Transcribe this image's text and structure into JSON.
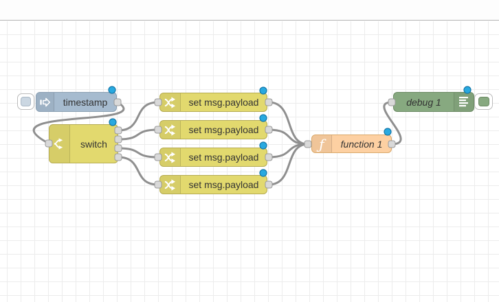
{
  "nodes": {
    "inject": {
      "label": "timestamp",
      "type": "inject",
      "icon": "inject-arrow-icon"
    },
    "switch1": {
      "label": "switch",
      "type": "switch",
      "icon": "fork-icon",
      "outputs": 4
    },
    "change1": {
      "label": "set msg.payload",
      "type": "change",
      "icon": "shuffle-icon"
    },
    "change2": {
      "label": "set msg.payload",
      "type": "change",
      "icon": "shuffle-icon"
    },
    "change3": {
      "label": "set msg.payload",
      "type": "change",
      "icon": "shuffle-icon"
    },
    "change4": {
      "label": "set msg.payload",
      "type": "change",
      "icon": "shuffle-icon"
    },
    "function1": {
      "label": "function 1",
      "type": "function",
      "icon": "function-f-icon",
      "icon_glyph": "ƒ"
    },
    "debug1": {
      "label": "debug 1",
      "type": "debug",
      "icon": "list-lines-icon"
    }
  },
  "colors": {
    "inject_fill": "#a6bbcf",
    "yellow_fill": "#e2d96e",
    "function_fill": "#fdd0a2",
    "debug_fill": "#87a980",
    "wire": "#8f8f8f",
    "port_fill": "#d9d9d9",
    "port_border": "#999999",
    "changed_indicator": "#28a9e0",
    "grid_line": "#ececec"
  }
}
